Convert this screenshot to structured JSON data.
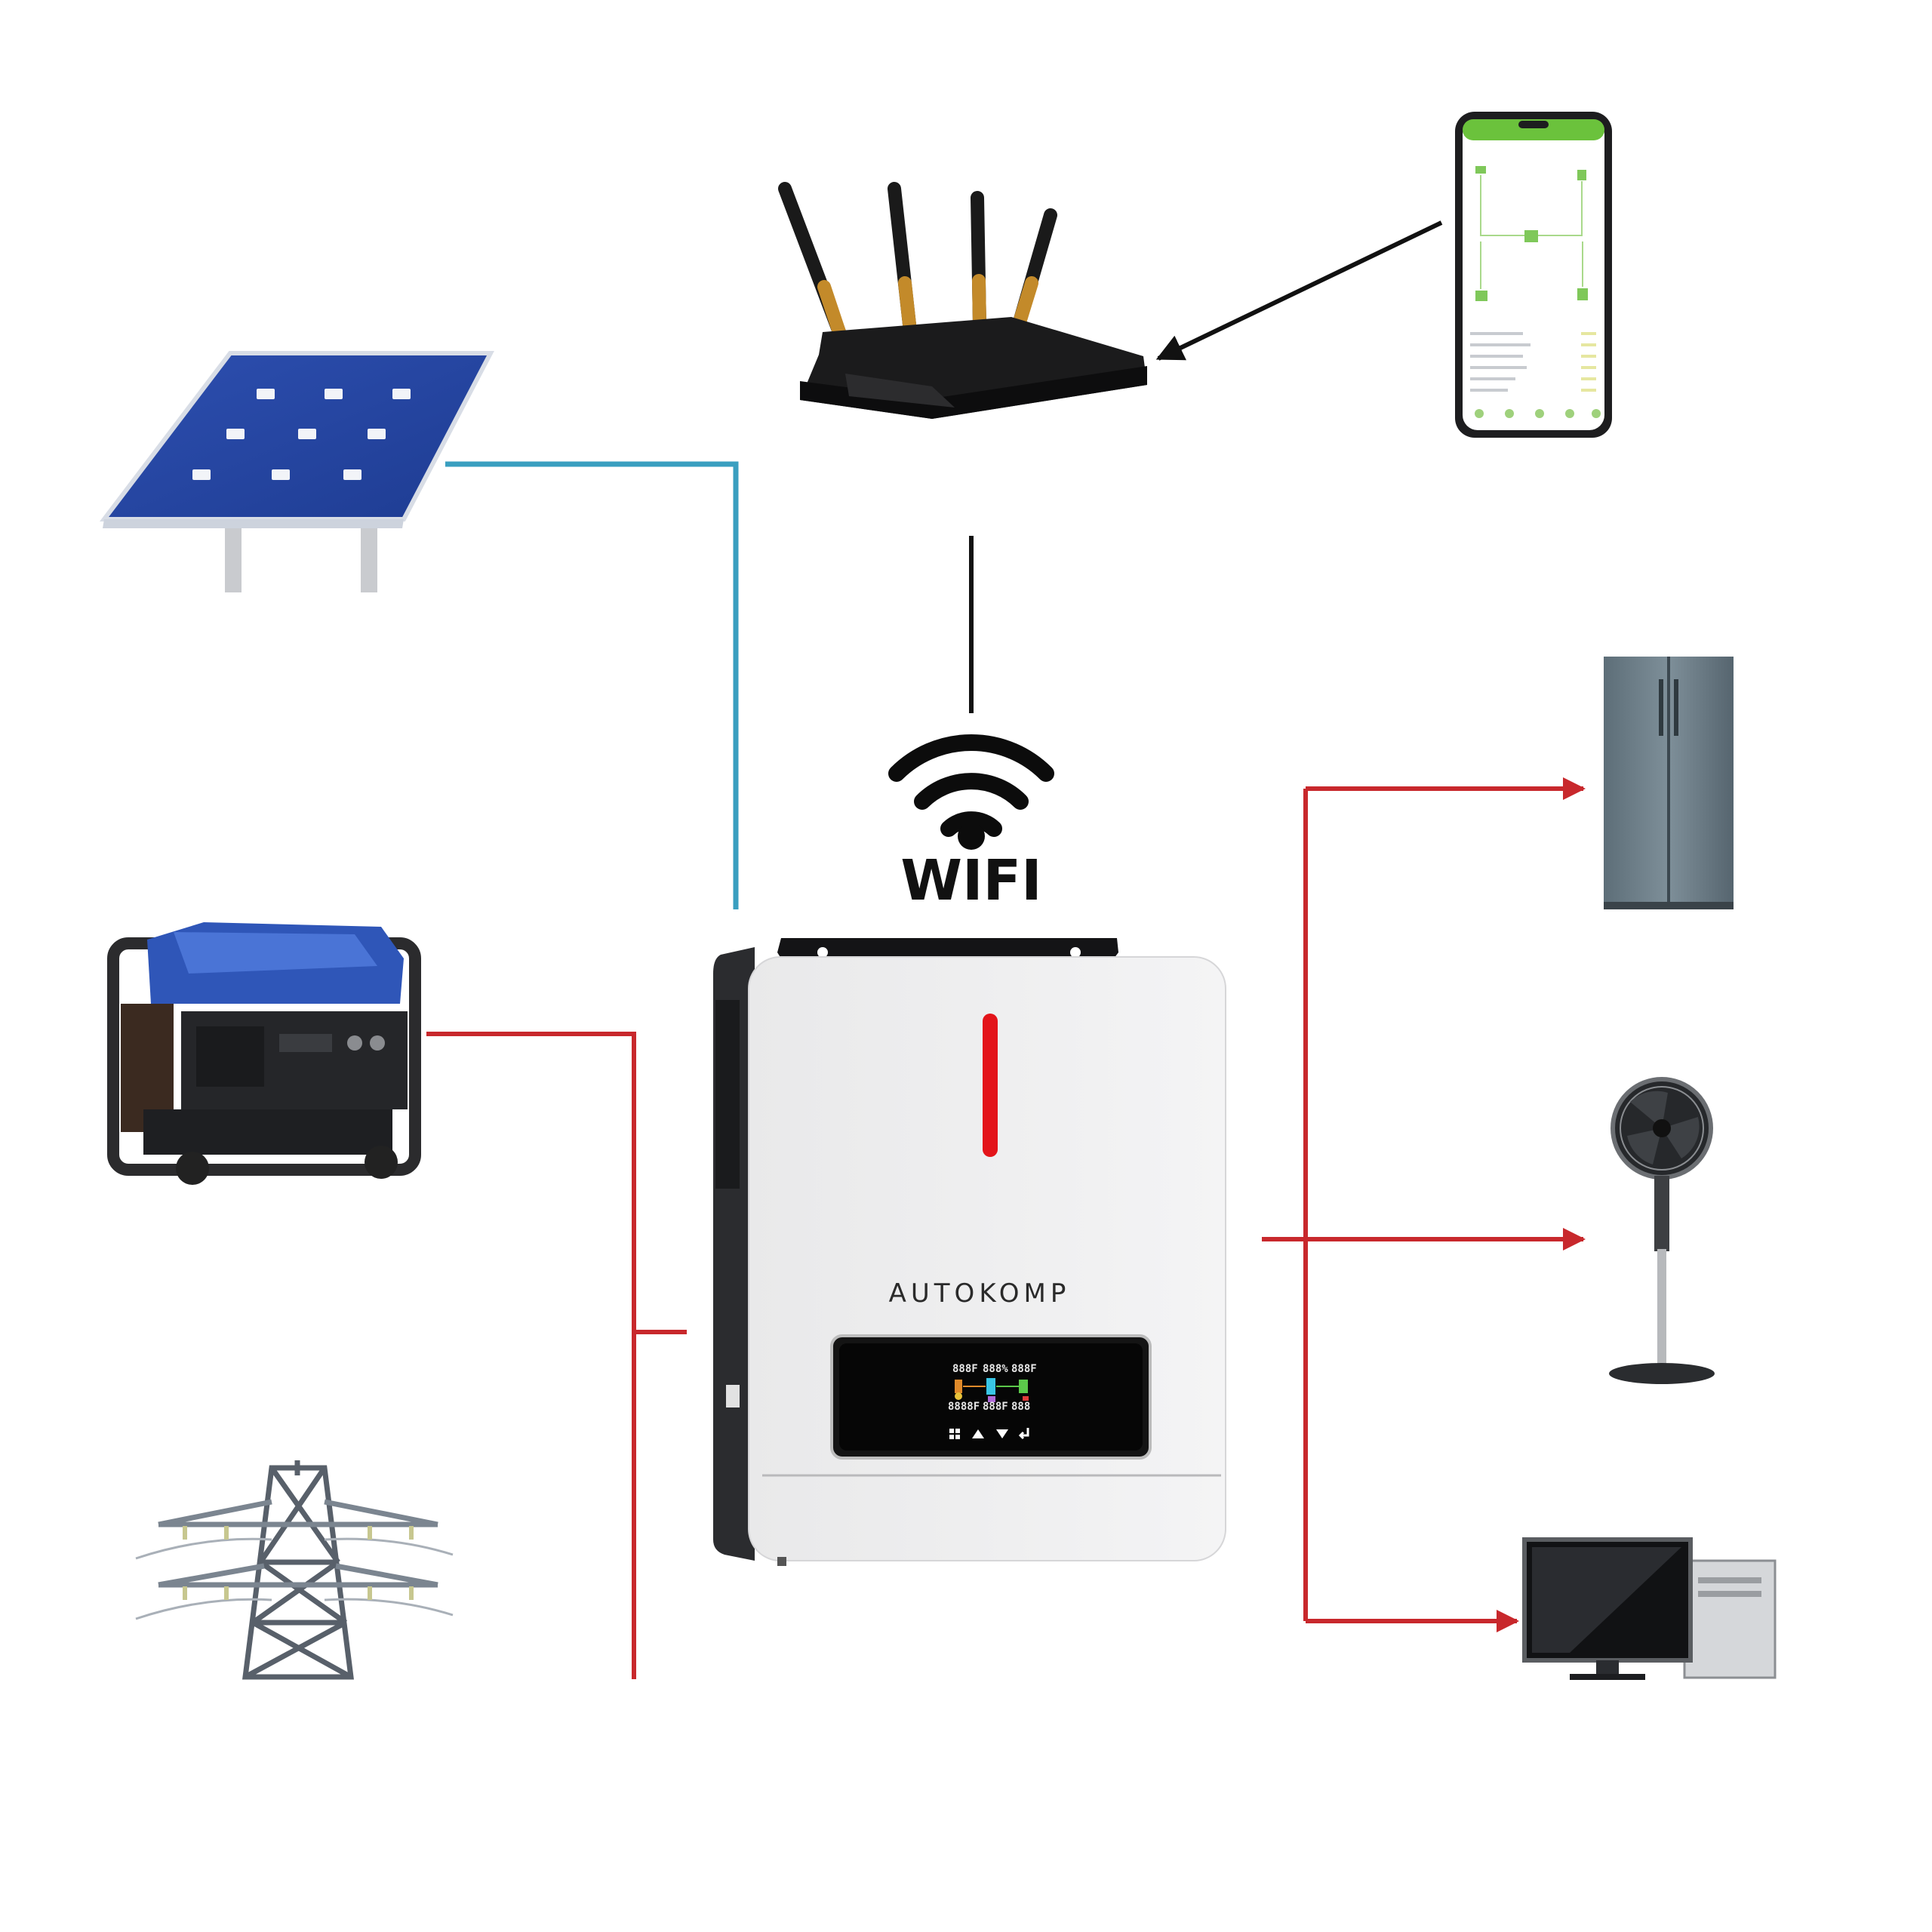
{
  "wifi": {
    "label": "WIFI"
  },
  "inverter": {
    "brand": "AUTOKOMP",
    "display": {
      "readings": [
        "888F",
        "888%",
        "888F",
        "8888F",
        "888F",
        "888"
      ],
      "buttons": [
        "menu",
        "up",
        "down",
        "enter"
      ]
    }
  },
  "nodes": [
    "solar-panel",
    "router",
    "smartphone-app",
    "generator",
    "power-grid",
    "refrigerator",
    "fan",
    "computer"
  ],
  "colors": {
    "solar_line": "#3a9fc0",
    "power_line": "#c8282c",
    "signal_line": "#111111",
    "status_led": "#e3141a"
  }
}
